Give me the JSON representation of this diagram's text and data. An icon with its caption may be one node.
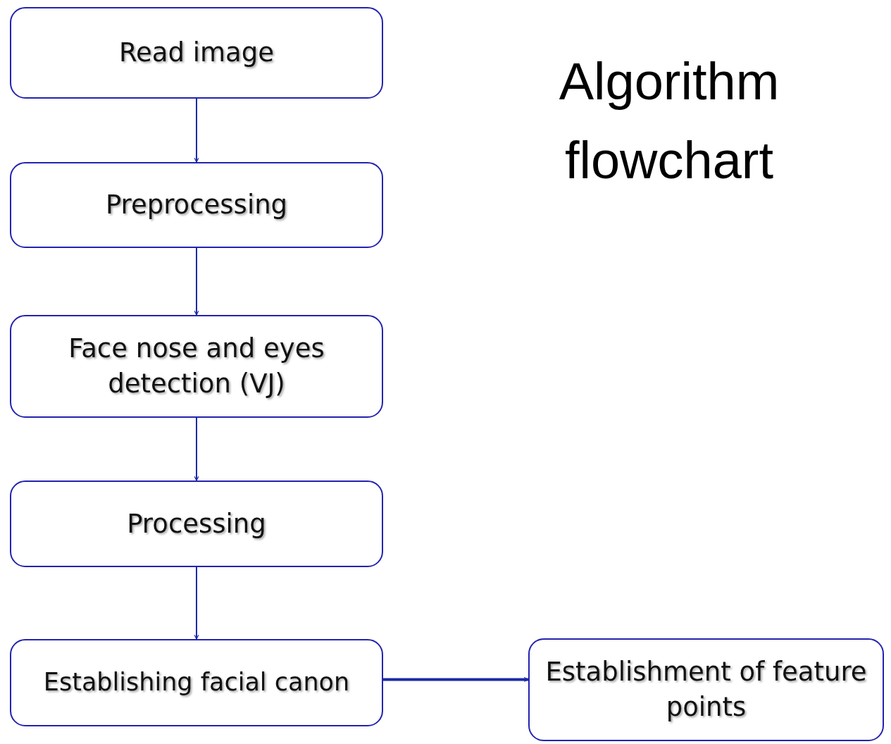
{
  "diagram": {
    "title": "Algorithm flowchart",
    "nodes": [
      {
        "text": [
          "Read image"
        ]
      },
      {
        "text": [
          "Preprocessing"
        ]
      },
      {
        "text": [
          "Face nose and eyes detection (VJ)"
        ]
      },
      {
        "text": [
          "Processing"
        ]
      },
      {
        "text": [
          "Establishing facial canon"
        ]
      },
      {
        "text": [
          "Establishment of feature points"
        ]
      }
    ],
    "edges": [
      {
        "from": 0,
        "to": 1,
        "arrow": "to"
      },
      {
        "from": 1,
        "to": 2,
        "arrow": "to"
      },
      {
        "from": 2,
        "to": 3,
        "arrow": "to"
      },
      {
        "from": 3,
        "to": 4,
        "arrow": "to"
      },
      {
        "from": 4,
        "to": 5,
        "arrow": "to",
        "style": "thick"
      }
    ]
  }
}
